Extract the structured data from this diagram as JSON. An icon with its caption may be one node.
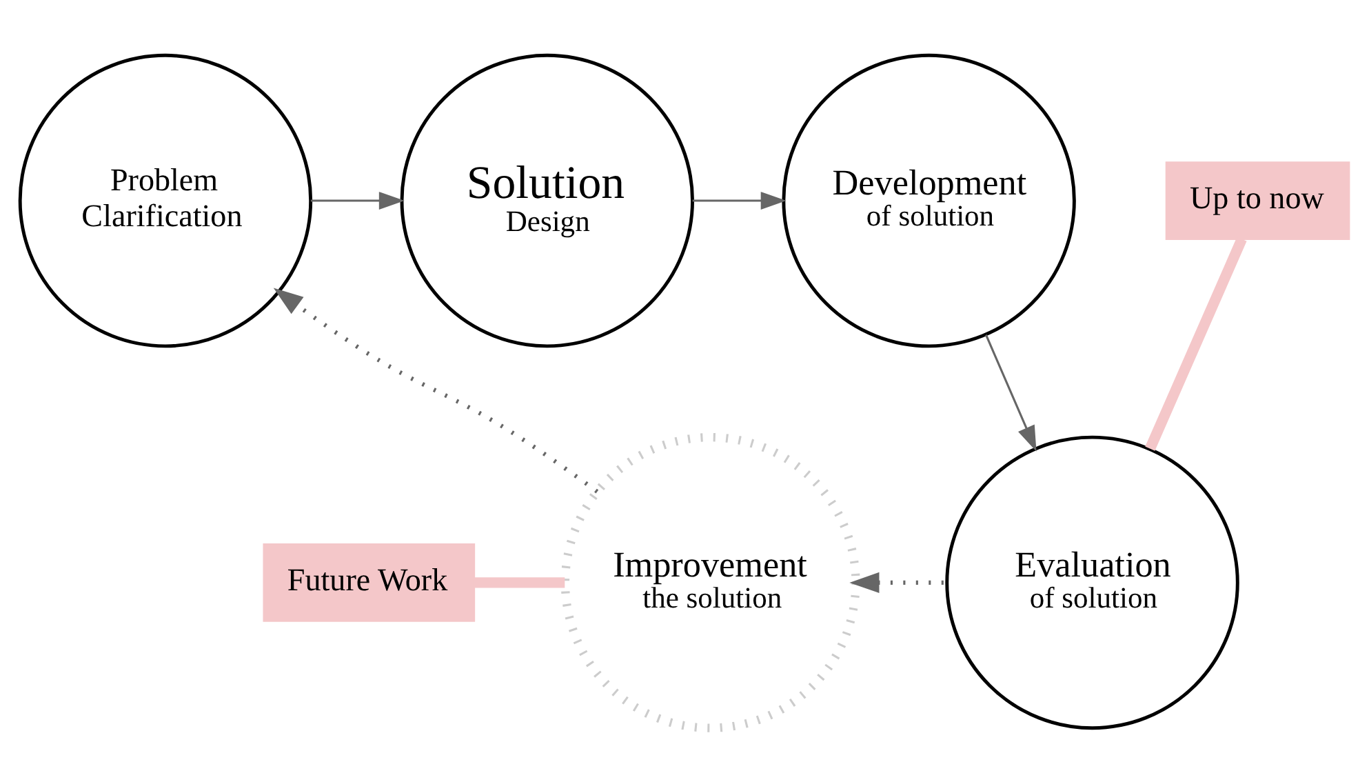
{
  "diagram": {
    "nodes": [
      {
        "text": [
          "Problem Clarification"
        ]
      },
      {
        "text": [
          "Solution",
          "Design"
        ]
      },
      {
        "text": [
          "Development",
          "of solution"
        ]
      },
      {
        "text": [
          "Up to now"
        ]
      },
      {
        "text": [
          "Future Work"
        ]
      },
      {
        "text": [
          "Improvement",
          "the solution"
        ]
      },
      {
        "text": [
          "Evaluation",
          "of solution"
        ]
      }
    ],
    "edges": [
      {
        "from": 0,
        "to": 1,
        "arrow": "to"
      },
      {
        "from": 1,
        "to": 2,
        "arrow": "to"
      },
      {
        "from": 2,
        "to": 6,
        "arrow": "to"
      },
      {
        "from": 6,
        "to": 5,
        "arrow": "to",
        "style": "dashed"
      },
      {
        "from": 5,
        "to": 0,
        "arrow": "to",
        "style": "dashed"
      },
      {
        "from": 3,
        "to": 6,
        "arrow": "none",
        "style": "thick",
        "color": "#f4c7c9"
      },
      {
        "from": 4,
        "to": 5,
        "arrow": "none",
        "style": "thick",
        "color": "#f4c7c9"
      }
    ]
  }
}
